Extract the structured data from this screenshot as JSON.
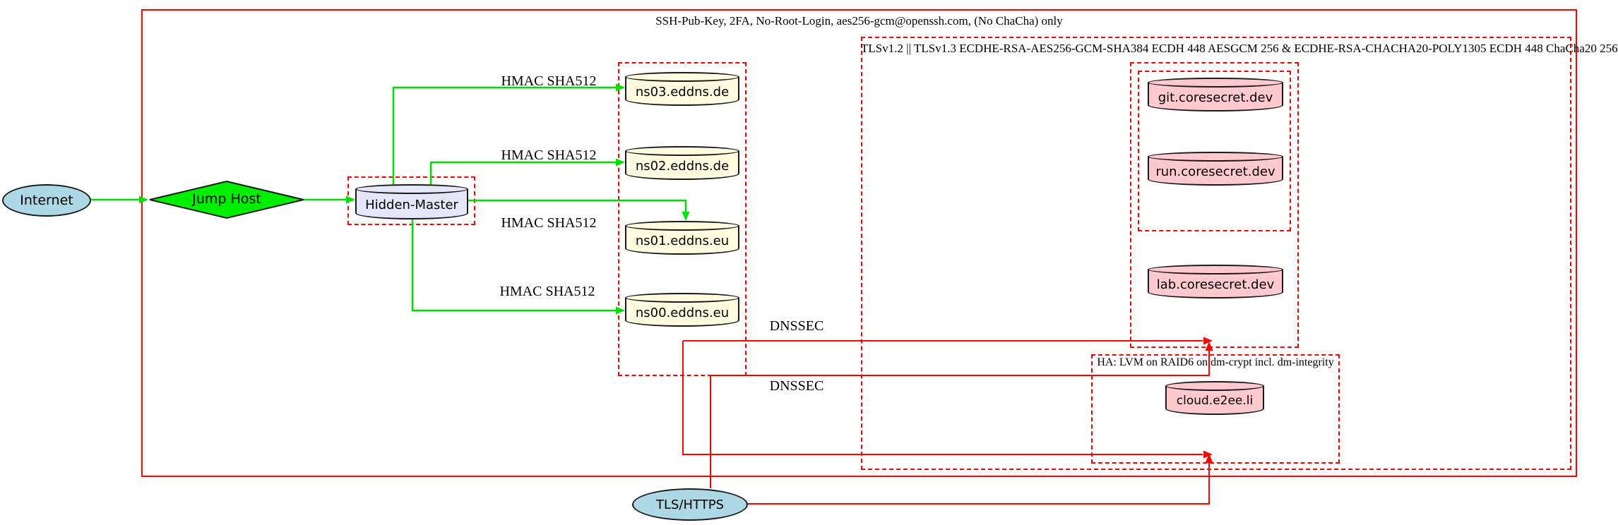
{
  "clusters": {
    "ssh": {
      "label": "SSH-Pub-Key, 2FA, No-Root-Login, aes256-gcm@openssh.com, (No ChaCha) only",
      "border_style": "solid"
    },
    "tls": {
      "label": "TLSv1.2 || TLSv1.3 ECDHE-RSA-AES256-GCM-SHA384 ECDH 448 AESGCM 256 & ECDHE-RSA-CHACHA20-POLY1305 ECDH 448 ChaCha20 256",
      "border_style": "dashed"
    },
    "ha": {
      "label": "HA: LVM on RAID6 on dm-crypt incl. dm-integrity",
      "border_style": "dashed"
    }
  },
  "nodes": {
    "internet": {
      "label": "Internet",
      "shape": "ellipse",
      "fill": "#add8e6"
    },
    "jump_host": {
      "label": "Jump Host",
      "shape": "diamond",
      "fill": "#00ee00"
    },
    "hidden_master": {
      "label": "Hidden-Master",
      "shape": "cylinder",
      "fill": "#e6e6fa"
    },
    "ns03": {
      "label": "ns03.eddns.de",
      "shape": "cylinder",
      "fill": "#fffde0"
    },
    "ns02": {
      "label": "ns02.eddns.de",
      "shape": "cylinder",
      "fill": "#fffde0"
    },
    "ns01": {
      "label": "ns01.eddns.eu",
      "shape": "cylinder",
      "fill": "#fffde0"
    },
    "ns00": {
      "label": "ns00.eddns.eu",
      "shape": "cylinder",
      "fill": "#fffde0"
    },
    "git": {
      "label": "git.coresecret.dev",
      "shape": "cylinder",
      "fill": "#ffc9cd"
    },
    "run": {
      "label": "run.coresecret.dev",
      "shape": "cylinder",
      "fill": "#ffc9cd"
    },
    "lab": {
      "label": "lab.coresecret.dev",
      "shape": "cylinder",
      "fill": "#ffc9cd"
    },
    "cloud": {
      "label": "cloud.e2ee.li",
      "shape": "cylinder",
      "fill": "#ffc9cd"
    },
    "tls_https": {
      "label": "TLS/HTTPS",
      "shape": "ellipse",
      "fill": "#add8e6"
    }
  },
  "edge_labels": {
    "hmac_sha512": "HMAC SHA512",
    "dnssec": "DNSSEC"
  },
  "edges": [
    {
      "from": "internet",
      "to": "jump_host",
      "color": "green"
    },
    {
      "from": "jump_host",
      "to": "hidden_master",
      "color": "green"
    },
    {
      "from": "hidden_master",
      "to": "ns03",
      "label": "HMAC SHA512",
      "color": "green"
    },
    {
      "from": "hidden_master",
      "to": "ns02",
      "label": "HMAC SHA512",
      "color": "green"
    },
    {
      "from": "hidden_master",
      "to": "ns01",
      "label": "HMAC SHA512",
      "color": "green"
    },
    {
      "from": "hidden_master",
      "to": "ns00",
      "label": "HMAC SHA512",
      "color": "green"
    },
    {
      "from": "eddns-cluster",
      "to": "coresecret-cluster",
      "label": "DNSSEC",
      "color": "red"
    },
    {
      "from": "eddns-cluster",
      "to": "ha-cluster",
      "label": "DNSSEC",
      "color": "red"
    },
    {
      "from": "tls_https",
      "to": "coresecret-cluster",
      "color": "red"
    },
    {
      "from": "tls_https",
      "to": "ha-cluster",
      "color": "red"
    }
  ],
  "colors": {
    "cluster_border": "#ff0000",
    "edge_green": "#00e000",
    "edge_red": "#ff0000",
    "node_blue": "#add8e6",
    "node_green": "#00ee00",
    "node_lavender": "#e6e6fa",
    "node_yellow": "#fffde0",
    "node_pink": "#ffc9cd"
  }
}
